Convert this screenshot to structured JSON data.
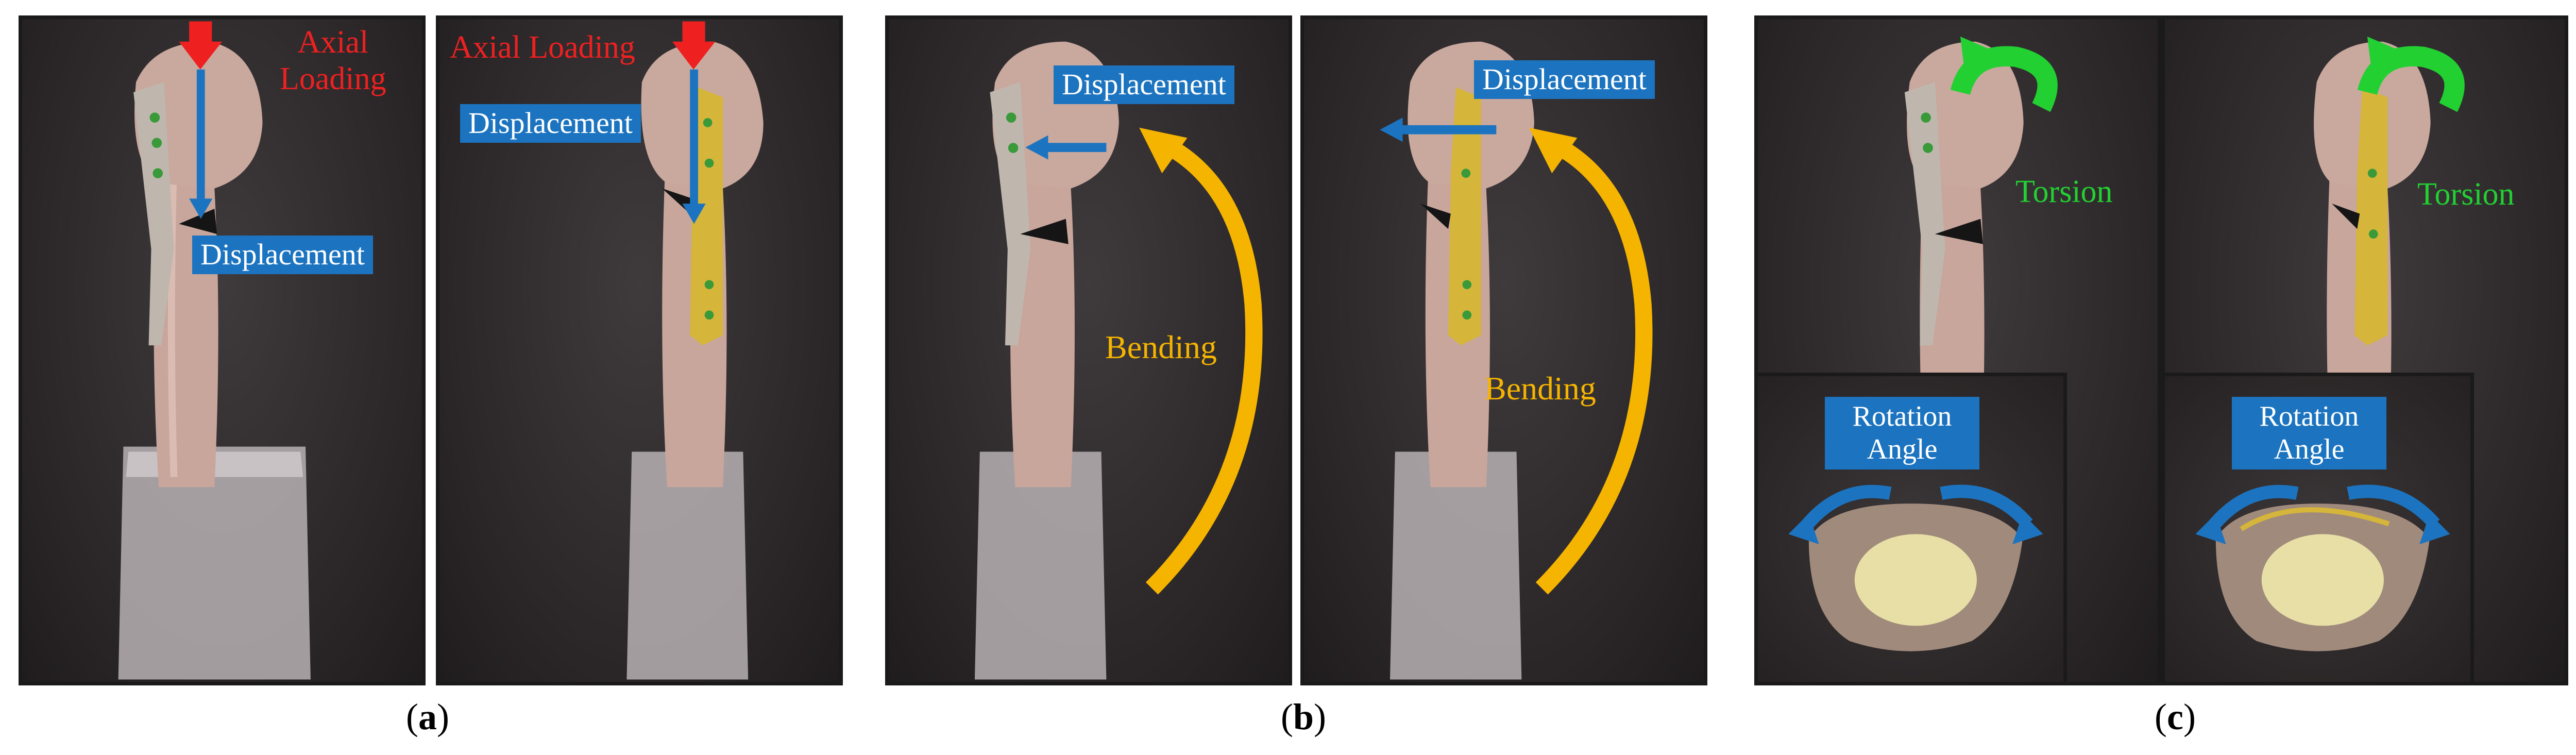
{
  "panels": {
    "a": {
      "caption_open": "(",
      "caption_letter": "a",
      "caption_close": ")",
      "left": {
        "force_label": "Axial\nLoading",
        "displacement_top": "",
        "displacement_bottom": "Displacement"
      },
      "right": {
        "force_label": "Axial Loading",
        "displacement_label": "Displacement"
      }
    },
    "b": {
      "caption_open": "(",
      "caption_letter": "b",
      "caption_close": ")",
      "left": {
        "displacement_label": "Displacement",
        "bending_label": "Bending"
      },
      "right": {
        "displacement_label": "Displacement",
        "bending_label": "Bending"
      }
    },
    "c": {
      "caption_open": "(",
      "caption_letter": "c",
      "caption_close": ")",
      "left": {
        "torsion_label": "Torsion",
        "rotation_label": "Rotation\nAngle"
      },
      "right": {
        "torsion_label": "Torsion",
        "rotation_label": "Rotation\nAngle"
      }
    }
  },
  "colors": {
    "displacement_box": "#1c74c0",
    "axial_loading": "#ee2020",
    "bending_arrow": "#f5b400",
    "torsion": "#22d032"
  }
}
